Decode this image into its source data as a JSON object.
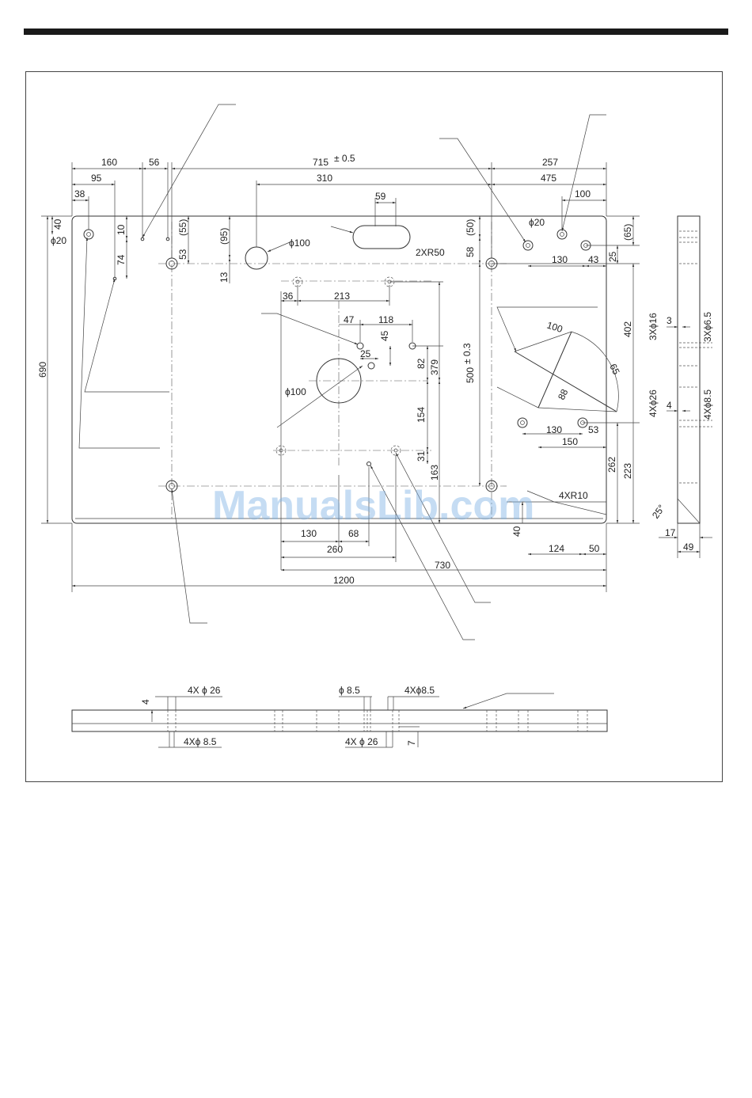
{
  "watermark": "ManualsLib.com",
  "plan": {
    "overall_width": "1200",
    "overall_height": "690",
    "top_span": "715",
    "top_span_tol": "± 0.5",
    "right_span": "257",
    "d160": "160",
    "d56": "56",
    "d95": "95",
    "d38": "38",
    "d310": "310",
    "d475": "475",
    "d59": "59",
    "d100": "100",
    "d40": "40",
    "phi20_left": "ϕ20",
    "d10": "10",
    "d74": "74",
    "d55": "(55)",
    "d53": "53",
    "d95v": "(95)",
    "d13": "13",
    "d50v": "(50)",
    "d58": "58",
    "r50": "2XR50",
    "phi20_right": "ϕ20",
    "d65": "(65)",
    "d130a": "130",
    "d43": "43",
    "d25": "25",
    "d36": "36",
    "d213": "213",
    "d47": "47",
    "d118": "118",
    "d45": "45",
    "d25b": "25",
    "d82": "82",
    "d379": "379",
    "d500": "500",
    "d500_tol": "± 0.3",
    "d402": "402",
    "phi100": "ϕ100",
    "d154": "154",
    "d31": "31",
    "d163": "163",
    "d100a": "100",
    "d88": "88",
    "d65a": "65",
    "d130b": "130",
    "d53b": "53",
    "d150": "150",
    "d262": "262",
    "d223": "223",
    "r10": "4XR10",
    "d130c": "130",
    "d68": "68",
    "d260": "260",
    "d40b": "40",
    "d124": "124",
    "d50b": "50",
    "d730": "730"
  },
  "side": {
    "holes16": "3Xϕ16",
    "d3": "3",
    "holes6_5": "3Xϕ6.5",
    "holes26": "4Xϕ26",
    "d4": "4",
    "holes8_5": "4Xϕ8.5",
    "angle": "25°",
    "d17": "17",
    "d49": "49"
  },
  "bottom": {
    "holes26_top": "4X ϕ 26",
    "d4": "4",
    "holes8_5_bot": "4Xϕ  8.5",
    "phi8_5": "ϕ 8.5",
    "holes8_5_top": "4Xϕ8.5",
    "holes26_bot": "4X ϕ 26",
    "d7": "7"
  }
}
